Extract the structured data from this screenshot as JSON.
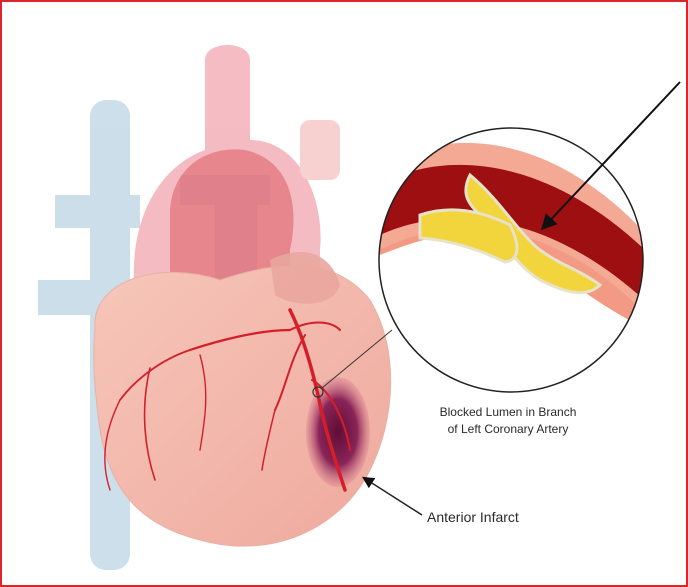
{
  "labels": {
    "lumen_line1": "Blocked Lumen in Branch",
    "lumen_line2": "of Left Coronary Artery",
    "infarct": "Anterior Infarct"
  },
  "colors": {
    "border": "#d8262c",
    "vessel_blue": "#bcd5e6",
    "heart_pink": "#f3b3a8",
    "aorta_red": "#e5717a",
    "artery_wall": "#f29a84",
    "blood": "#9e0f12",
    "plaque": "#f2d43c",
    "infarct": "#7a1a45"
  },
  "icons": [
    "heart-illustration",
    "artery-cross-section",
    "pointer-arrow"
  ]
}
